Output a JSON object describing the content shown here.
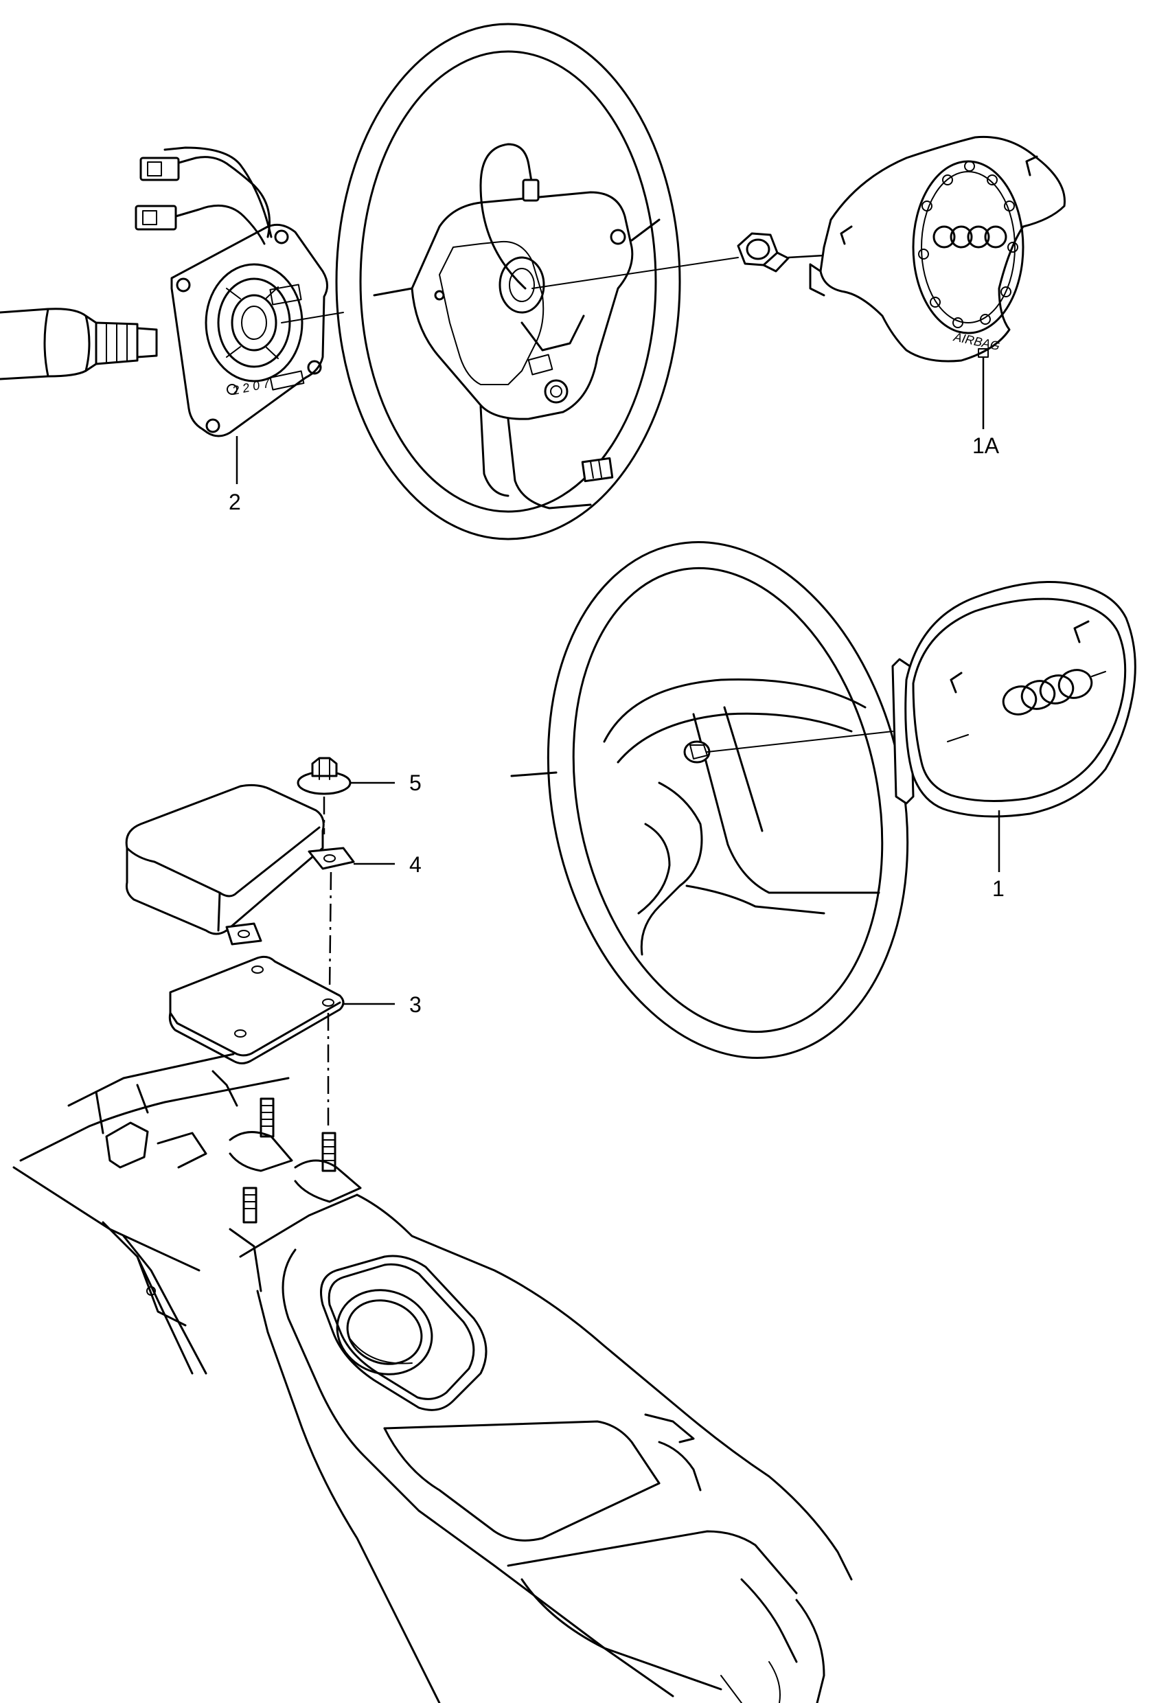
{
  "diagram": {
    "callouts": [
      {
        "id": "part-1",
        "label": "1"
      },
      {
        "id": "part-1a",
        "label": "1A"
      },
      {
        "id": "part-2",
        "label": "2"
      },
      {
        "id": "part-3",
        "label": "3"
      },
      {
        "id": "part-4",
        "label": "4"
      },
      {
        "id": "part-5",
        "label": "5"
      }
    ],
    "airbag_cover_text": "AIRBAG"
  }
}
